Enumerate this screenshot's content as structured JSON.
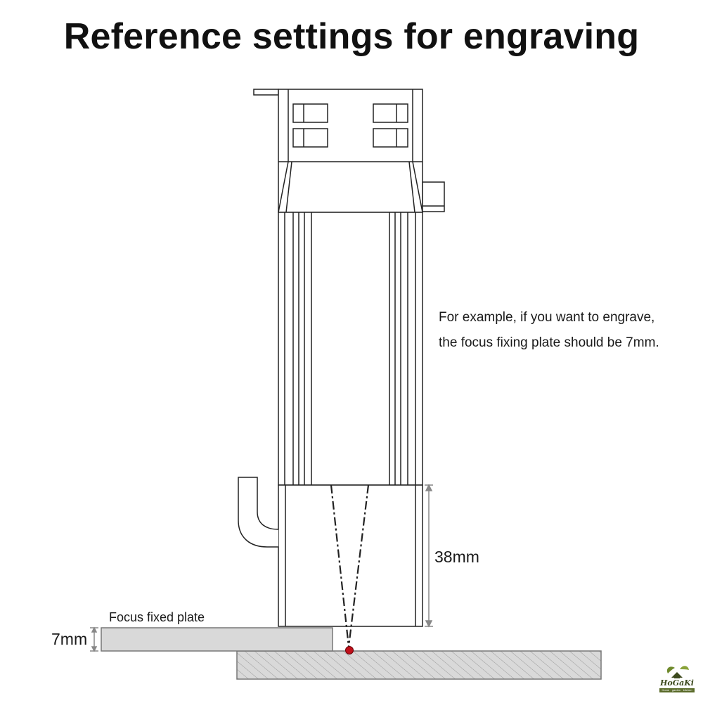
{
  "title": "Reference settings for engraving",
  "note_lines": [
    "For example, if you want to engrave,",
    "the focus fixing plate should be 7mm."
  ],
  "dimension_38": "38mm",
  "dimension_7": "7mm",
  "plate_label": "Focus fixed plate",
  "logo": {
    "name": "HoGaKi",
    "tagline": "Home · garden · kitchen",
    "accent": "#5a6b2a"
  },
  "colors": {
    "outline": "#222222",
    "plate_fill": "#d9d9d9",
    "surface_fill": "#d9d9d9",
    "focus_dot": "#c0101a"
  }
}
